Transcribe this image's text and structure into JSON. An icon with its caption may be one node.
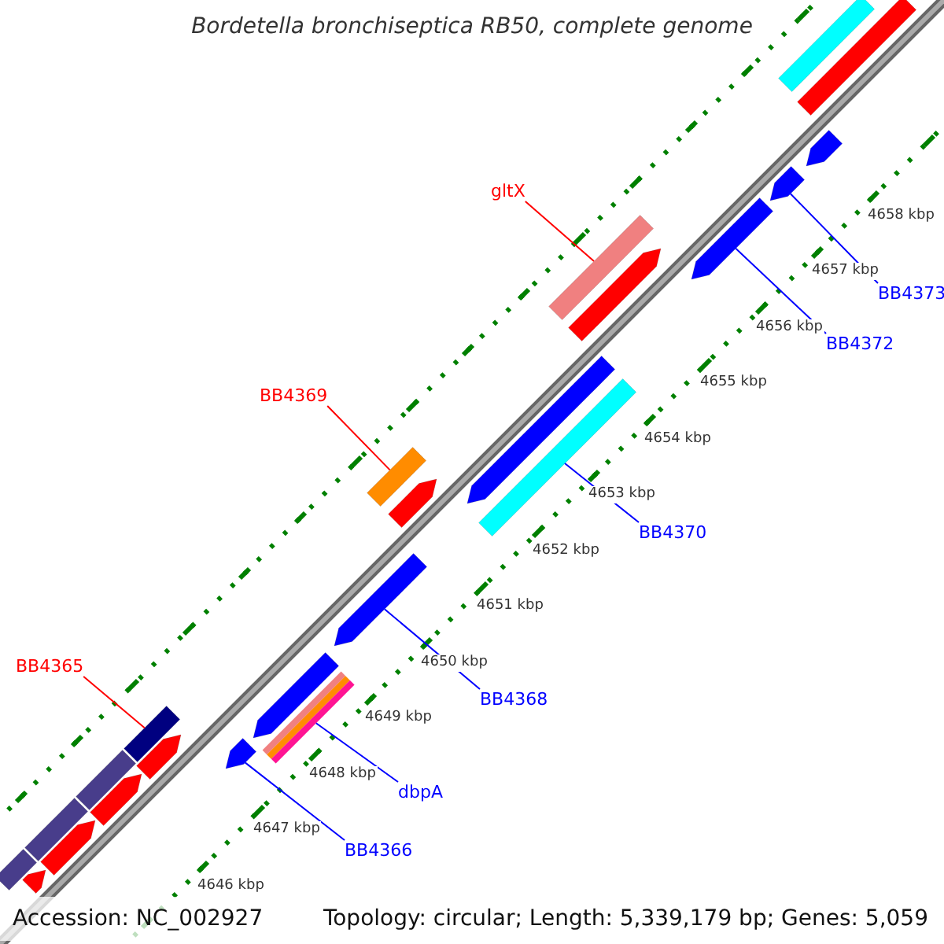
{
  "diagram": {
    "title": "Bordetella bronchiseptica RB50, complete genome",
    "nodes": [
      {
        "text": [
          "gltX"
        ]
      },
      {
        "text": [],
        "shape": "bar"
      },
      {
        "text": [
          "BB4373"
        ]
      },
      {
        "text": [],
        "shape": "arrow"
      },
      {
        "text": [
          "BB4372"
        ]
      },
      {
        "text": [],
        "shape": "arrow"
      },
      {
        "text": [
          "BB4369"
        ]
      },
      {
        "text": [],
        "shape": "bar"
      },
      {
        "text": [
          "BB4370"
        ]
      },
      {
        "text": [],
        "shape": "bar"
      },
      {
        "text": [
          "BB4365"
        ]
      },
      {
        "text": [],
        "shape": "bar"
      },
      {
        "text": [
          "BB4368"
        ]
      },
      {
        "text": [],
        "shape": "arrow"
      },
      {
        "text": [
          "dbpA"
        ]
      },
      {
        "text": [],
        "shape": "bar"
      },
      {
        "text": [
          "BB4366"
        ]
      },
      {
        "text": [],
        "shape": "arrow"
      },
      {
        "text": [],
        "shape": "bar"
      },
      {
        "text": [],
        "shape": "bar"
      },
      {
        "text": [],
        "shape": "arrow"
      },
      {
        "text": [],
        "shape": "arrow"
      },
      {
        "text": [],
        "shape": "arrow"
      },
      {
        "text": [],
        "shape": "arrow"
      },
      {
        "text": [],
        "shape": "arrow"
      },
      {
        "text": [],
        "shape": "arrow"
      },
      {
        "text": [],
        "shape": "arrow"
      },
      {
        "text": [],
        "shape": "arrow"
      },
      {
        "text": [],
        "shape": "arrow"
      },
      {
        "text": [],
        "shape": "bar"
      },
      {
        "text": [],
        "shape": "bar"
      },
      {
        "text": [],
        "shape": "bar"
      }
    ],
    "edges": [
      {
        "from": 0,
        "to": 1,
        "arrow": "none",
        "color": "#ff0000"
      },
      {
        "from": 2,
        "to": 3,
        "arrow": "none"
      },
      {
        "from": 4,
        "to": 5,
        "arrow": "none"
      },
      {
        "from": 6,
        "to": 7,
        "arrow": "none",
        "color": "#ff0000"
      },
      {
        "from": 8,
        "to": 9,
        "arrow": "none"
      },
      {
        "from": 10,
        "to": 11,
        "arrow": "none",
        "color": "#ff0000"
      },
      {
        "from": 12,
        "to": 13,
        "arrow": "none"
      },
      {
        "from": 14,
        "to": 15,
        "arrow": "none"
      },
      {
        "from": 16,
        "to": 17,
        "arrow": "none"
      }
    ],
    "labels": [
      "4658 kbp",
      "4657 kbp",
      "4656 kbp",
      "4655 kbp",
      "4654 kbp",
      "4653 kbp",
      "4652 kbp",
      "4651 kbp",
      "4650 kbp",
      "4649 kbp",
      "4648 kbp",
      "4647 kbp",
      "4646 kbp",
      "Accession: NC_002927",
      "Topology: circular; Length: 5,339,179 bp; Genes: 5,059"
    ]
  }
}
